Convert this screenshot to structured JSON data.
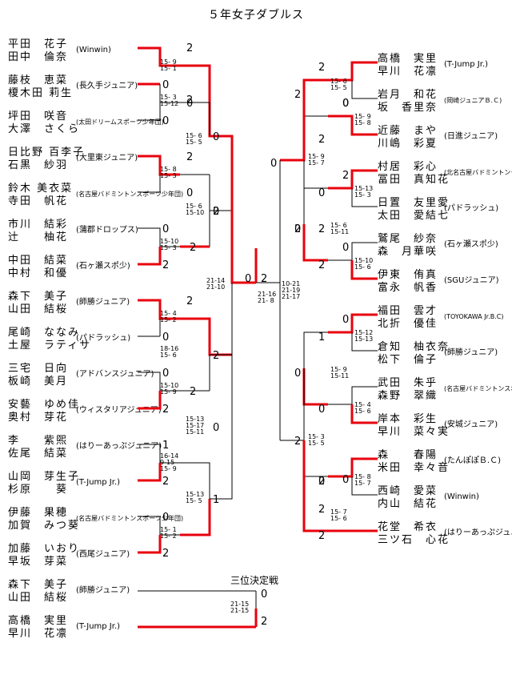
{
  "title": "５年女子ダブルス",
  "third_place_title": "三位決定戦",
  "colors": {
    "win": "#e8000d",
    "lose": "#000000"
  },
  "left_entries": [
    {
      "p1": "平田　花子",
      "p2": "田中　倫奈",
      "club": "(Winwin)"
    },
    {
      "p1": "藤枝　恵菜",
      "p2": "榎木田 莉生",
      "club": "(長久手ジュニア)"
    },
    {
      "p1": "坪田　咲音",
      "p2": "大澤　さくら",
      "club": "(太田ドリームスポーツ少年団)",
      "narrow": true
    },
    {
      "p1": "日比野 百李子",
      "p2": "石黒　紗羽",
      "club": "(大里東ジュニア)"
    },
    {
      "p1": "鈴木 美衣菜",
      "p2": "寺田　帆花",
      "club": "(名古屋バドミントンスポーツ少年団)",
      "narrow": true
    },
    {
      "p1": "市川　結彩",
      "p2": "辻　　柚花",
      "club": "(蒲郡ドロップス)"
    },
    {
      "p1": "中田　結菜",
      "p2": "中村　和優",
      "club": "(石ヶ瀬スポ少)"
    },
    {
      "p1": "森下　美子",
      "p2": "山田　結桜",
      "club": "(師勝ジュニア)"
    },
    {
      "p1": "尾崎　ななみ",
      "p2": "土屋　ラティサ",
      "club": "(パドラッシュ)"
    },
    {
      "p1": "三宅　日向",
      "p2": "板崎　美月",
      "club": "(アドバンスジュニア)"
    },
    {
      "p1": "安藝　ゆめ佳",
      "p2": "奥村　芽花",
      "club": "(ウィスタリアジュニア)"
    },
    {
      "p1": "李　　紫煕",
      "p2": "佐尾　結菜",
      "club": "(はりーあっぷジュニア)"
    },
    {
      "p1": "山岡　芽生子",
      "p2": "杉原　　葵",
      "club": "(T-Jump Jr.)"
    },
    {
      "p1": "伊藤　果穂",
      "p2": "加賀　みつ葵",
      "club": "(名古屋バドミントンスポーツ少年団)",
      "narrow": true
    },
    {
      "p1": "加藤　いおり",
      "p2": "早坂　芽菜",
      "club": "(西尾ジュニア)"
    }
  ],
  "right_entries": [
    {
      "p1": "高橋　実里",
      "p2": "早川　花凛",
      "club": "(T-Jump Jr.)"
    },
    {
      "p1": "岩月　和花",
      "p2": "坂　香里奈",
      "club": "(岡崎ジュニアＢ.Ｃ)",
      "narrow": true
    },
    {
      "p1": "近藤　まや",
      "p2": "川嶋　彩夏",
      "club": "(日進ジュニア)"
    },
    {
      "p1": "村居　彩心",
      "p2": "冨田　真知花",
      "club": "(北名古屋バドミントンクラブ)",
      "narrow": true
    },
    {
      "p1": "日置　友里愛",
      "p2": "太田　愛結七",
      "club": "(パドラッシュ)"
    },
    {
      "p1": "鷲尾　紗奈",
      "p2": "森　月華咲",
      "club": "(石ヶ瀬スポ少)"
    },
    {
      "p1": "伊東　侑真",
      "p2": "富永　帆香",
      "club": "(SGUジュニア)"
    },
    {
      "p1": "福田　雲才",
      "p2": "北折　優佳",
      "club": "(TOYOKAWA Jr.B.C)",
      "narrow": true
    },
    {
      "p1": "倉知　柚衣奈",
      "p2": "松下　倫子",
      "club": "(師勝ジュニア)"
    },
    {
      "p1": "武田　朱乎",
      "p2": "森野　翠織",
      "club": "(名古屋バドミントンスポーツ少年団)",
      "narrow": true
    },
    {
      "p1": "岸本　彩生",
      "p2": "早川　菜々実",
      "club": "(安城ジュニア)"
    },
    {
      "p1": "森　　春陽",
      "p2": "米田　幸々音",
      "club": "(たんぽぽＢ.Ｃ)"
    },
    {
      "p1": "西崎　愛菜",
      "p2": "内山　結花",
      "club": "(Winwin)"
    },
    {
      "p1": "花堂　希衣",
      "p2": "三ツ石　心花",
      "club": "(はりーあっぷジュニア)"
    }
  ],
  "third_entries": [
    {
      "p1": "森下　美子",
      "p2": "山田　結桜",
      "club": "(師勝ジュニア)"
    },
    {
      "p1": "高橋　実里",
      "p2": "早川　花凛",
      "club": "(T-Jump Jr.)"
    }
  ],
  "match_scores": {
    "L1": [
      "2",
      "0"
    ],
    "L2": [
      "0",
      "0"
    ],
    "L3": [
      "2",
      "0"
    ],
    "L4": [
      "0",
      "2"
    ],
    "L5": [
      "2",
      "0"
    ],
    "L6": [
      "0",
      "2"
    ],
    "L7": [
      "1",
      "2"
    ],
    "L8": [
      "0",
      "2"
    ],
    "LA": [
      "2",
      "0"
    ],
    "LB": [
      "0",
      "2"
    ],
    "LC": [
      "2",
      "0"
    ],
    "LD": [
      "1",
      "2"
    ],
    "LE": [
      "0",
      "2"
    ],
    "LF": [
      "2",
      "0"
    ],
    "LG": [
      "2",
      "0"
    ],
    "R1": [
      "0",
      "2"
    ],
    "R2": [
      "2",
      "0"
    ],
    "R3": [
      "0",
      "2"
    ],
    "R4": [
      "2",
      "0"
    ],
    "R5": [
      "0",
      "2"
    ],
    "R6": [
      "0",
      "2"
    ],
    "R7": [
      "2",
      "0"
    ],
    "RA": [
      "2",
      "0"
    ],
    "RB": [
      "2",
      "0"
    ],
    "RC": [
      "0",
      "2"
    ],
    "RD": [
      "2",
      "0"
    ],
    "RE": [
      "2",
      "0"
    ],
    "RF": [
      "0",
      "2"
    ],
    "RG": [
      "1",
      "0"
    ],
    "RH": [
      "0",
      "2"
    ],
    "F": [
      "2",
      "0"
    ],
    "T3": [
      "0",
      "2"
    ]
  },
  "game_scores": {
    "L1": [
      "15- 9",
      "15- 1"
    ],
    "L2": [
      "15- 3",
      "15-12"
    ],
    "L3": [
      "15- 6",
      "15- 5"
    ],
    "L4": [
      "15- 8",
      "15- 3"
    ],
    "L5": [
      "15- 6",
      "15-10"
    ],
    "L6": [
      "15-10",
      "15- 3"
    ],
    "L7": [
      "15- 4",
      "15- 2"
    ],
    "L8": [
      "18-16",
      "15- 6"
    ],
    "L9": [
      "15-10",
      "15- 9"
    ],
    "L10": [
      "15-13",
      "15-17",
      "15-11"
    ],
    "L11": [
      "16-14",
      "9-15",
      "15- 9"
    ],
    "L12": [
      "15-13",
      "15- 5"
    ],
    "L13": [
      "15- 1",
      "15- 2"
    ],
    "L14": [
      "21-14",
      "21-10"
    ],
    "R1": [
      "15- 6",
      "15- 5"
    ],
    "R2": [
      "15- 9",
      "15- 8"
    ],
    "R3": [
      "15- 9",
      "15- 7"
    ],
    "R4": [
      "15-13",
      "15- 3"
    ],
    "R5": [
      "15- 6",
      "15-11"
    ],
    "R6": [
      "15-10",
      "15- 6"
    ],
    "R7": [
      "15-12",
      "15-13"
    ],
    "R8": [
      "15- 9",
      "15-11"
    ],
    "R9": [
      "15- 4",
      "15- 6"
    ],
    "R10": [
      "15- 3",
      "15- 5"
    ],
    "R11": [
      "15- 8",
      "15- 7"
    ],
    "R12": [
      "15- 7",
      "15- 6"
    ],
    "SF": [
      "21-16",
      "21- 8"
    ],
    "F": [
      "10-21",
      "21-19",
      "21-17"
    ],
    "T3": [
      "21-15",
      "21-15"
    ]
  }
}
